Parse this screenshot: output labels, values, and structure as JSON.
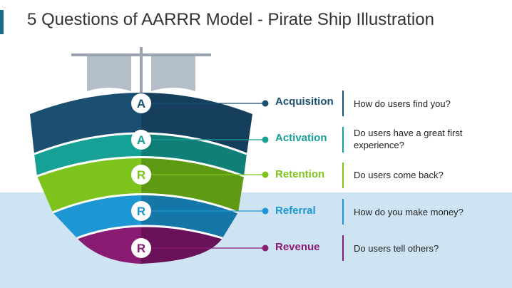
{
  "title": "5 Questions of AARRR Model - Pirate Ship Illustration",
  "stages": [
    {
      "letter": "A",
      "name": "Acquisition",
      "question": "How do users find you?",
      "color": "#1b4f72"
    },
    {
      "letter": "A",
      "name": "Activation",
      "question": "Do users have a great first experience?",
      "color": "#16a096"
    },
    {
      "letter": "R",
      "name": "Retention",
      "question": "Do users come back?",
      "color": "#7ec41c"
    },
    {
      "letter": "R",
      "name": "Referral",
      "question": "How do you make money?",
      "color": "#1c97d3"
    },
    {
      "letter": "R",
      "name": "Revenue",
      "question": "Do users tell others?",
      "color": "#8a1b73"
    }
  ],
  "colors": {
    "water": "#cfe4f3",
    "sail": "#b4bec9",
    "mast": "#9aa5b1",
    "title": "#333333"
  }
}
